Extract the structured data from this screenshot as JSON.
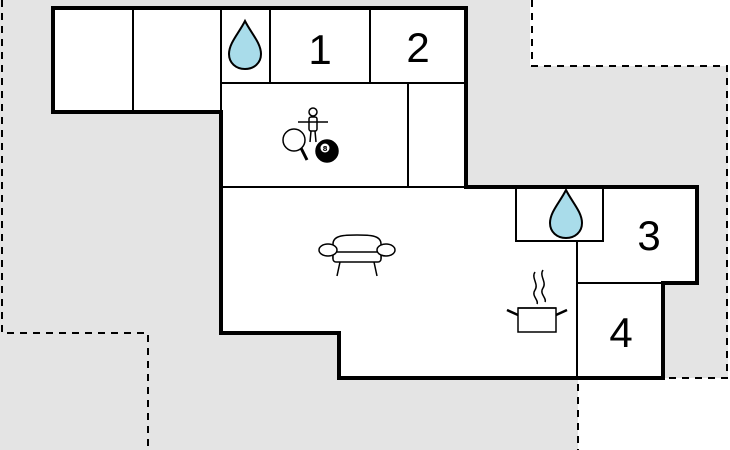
{
  "colors": {
    "terrain": "#e4e4e4",
    "floor": "#ffffff",
    "wall": "#000000",
    "water": "#a9dcea"
  },
  "rooms": {
    "bedroom_1": {
      "label": "1"
    },
    "bedroom_2": {
      "label": "2"
    },
    "bedroom_3": {
      "label": "3"
    },
    "bedroom_4": {
      "label": "4"
    }
  },
  "icons": {
    "bathroom_top": "water-drop-icon",
    "bathroom_right": "water-drop-icon",
    "game_room": "table-tennis-foosball-billiard-icon",
    "billiard_ball": "8",
    "living_room": "sofa-icon",
    "kitchen": "cooking-pot-icon"
  }
}
